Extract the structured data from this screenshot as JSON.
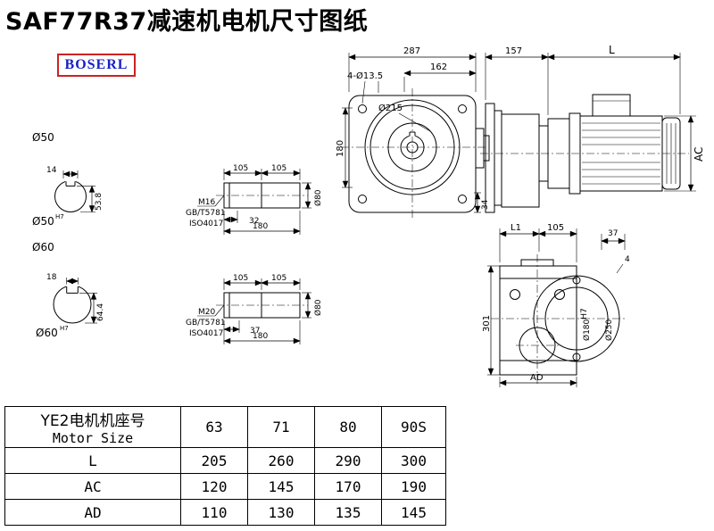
{
  "page": {
    "title": "SAF77R37减速机电机尺寸图纸",
    "logo": "BOSERL"
  },
  "labels": {
    "d50": "Ø50",
    "d50_key": "14",
    "d50_h": "53.8",
    "d50_fit": "Ø50",
    "d50_tol": "H7",
    "d60": "Ø60",
    "d60_key": "18",
    "d60_h": "64.4",
    "d60_fit": "Ø60",
    "d60_tol": "H7",
    "s1_len1": "105",
    "s1_len2": "105",
    "s1_bolt": "M16",
    "s1_std1": "GB/T5781",
    "s1_std2": "ISO4017",
    "s1_key": "32",
    "s1_total": "180",
    "s1_dia": "Ø80",
    "s2_len1": "105",
    "s2_len2": "105",
    "s2_bolt": "M20",
    "s2_std1": "GB/T5781",
    "s2_std2": "ISO4017",
    "s2_key": "37",
    "s2_total": "180",
    "s2_dia": "Ø80",
    "fv_width": "287",
    "fv_right": "162",
    "fv_holes": "4-Ø13.5",
    "fv_flange": "Ø215",
    "fv_height": "180",
    "fv_foot": "34",
    "sv_gear": "157",
    "sv_motor": "L",
    "sv_ac": "AC",
    "ov_l1": "L1",
    "ov_105": "105",
    "ov_37": "37",
    "ov_4": "4",
    "ov_301": "301",
    "ov_d180": "Ø180",
    "ov_d180_tol": "H7",
    "ov_d250": "Ø250",
    "ov_ad": "AD"
  },
  "table": {
    "corner_cn": "YE2电机机座号",
    "corner_en": "Motor Size",
    "cols": [
      "63",
      "71",
      "80",
      "90S"
    ],
    "rows": [
      {
        "label": "L",
        "values": [
          "205",
          "260",
          "290",
          "300"
        ]
      },
      {
        "label": "AC",
        "values": [
          "120",
          "145",
          "170",
          "190"
        ]
      },
      {
        "label": "AD",
        "values": [
          "110",
          "130",
          "135",
          "145"
        ]
      }
    ]
  }
}
